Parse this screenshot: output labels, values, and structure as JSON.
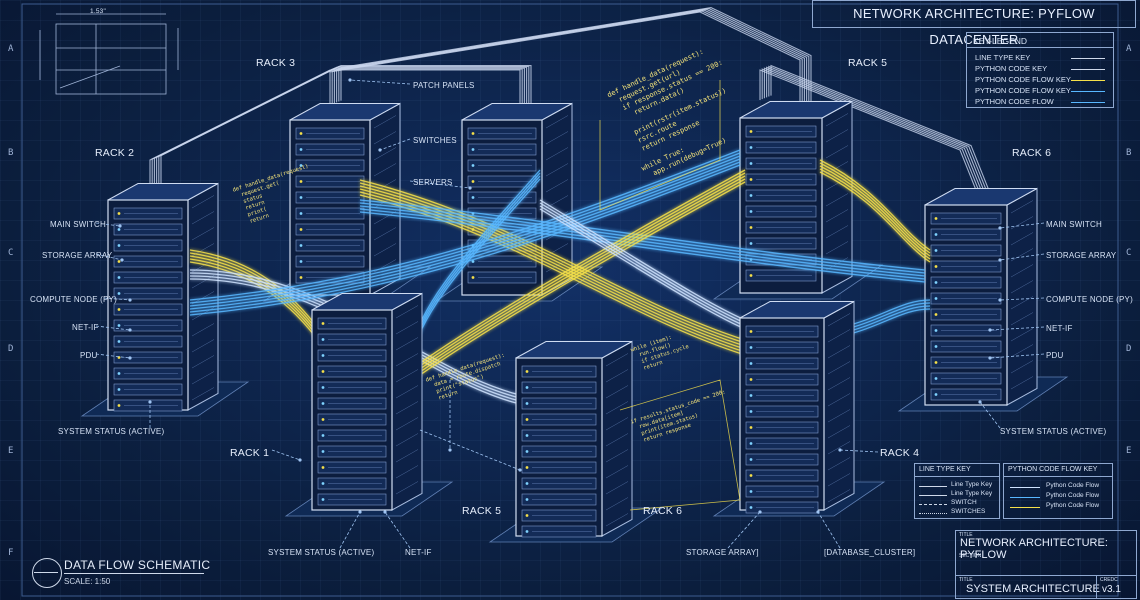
{
  "header": {
    "title": "NETWORK ARCHITECTURE: PYFLOW DATACENTER"
  },
  "legend": {
    "title": "KEY-LEGEND",
    "rows": [
      {
        "label": "LINE TYPE KEY",
        "color": "#cfd9ea"
      },
      {
        "label": "PYTHON CODE KEY",
        "color": "#cfd9ea"
      },
      {
        "label": "PYTHON CODE FLOW KEY",
        "color": "#f5e04a"
      },
      {
        "label": "PYTHON CODE FLOW KEY",
        "color": "#58b7ff"
      },
      {
        "label": "PYTHON CODE FLOW",
        "color": "#58b7ff"
      }
    ]
  },
  "racks": [
    "RACK 1",
    "RACK 2",
    "RACK 3",
    "RACK 4",
    "RACK 5",
    "RACK 5",
    "RACK 6",
    "RACK 6"
  ],
  "labels_left": {
    "main_switch": "MAIN SWITCH",
    "storage_array": "STORAGE ARRAY",
    "compute_node": "COMPUTE NODE (PY)",
    "net_if": "NET-IF",
    "pdu": "PDU",
    "system_status": "SYSTEM STATUS (ACTIVE)"
  },
  "labels_right": {
    "main_switch": "MAIN SWITCH",
    "storage_array": "STORAGE ARRAY",
    "compute_node": "COMPUTE NODE (PY)",
    "net_if": "NET-IF",
    "pdu": "PDU",
    "system_status": "SYSTEM STATUS (ACTIVE)"
  },
  "labels_center": {
    "patch_panels": "PATCH PANELS",
    "switches": "SWITCHES",
    "servers": "SERVERS",
    "system_status_bottom": "SYSTEM STATUS (ACTIVE)",
    "net_if_bottom": "NET-IF",
    "storage_array_bottom": "STORAGE ARRAY]",
    "database_cluster": "[DATABASE_CLUSTER]"
  },
  "row_ticks": [
    "A",
    "B",
    "C",
    "D",
    "E",
    "F"
  ],
  "dim_label": "1.53\"",
  "line_type_key": {
    "title": "LINE TYPE KEY",
    "rows": [
      "Line Type Key",
      "Line Type Key",
      "SWITCH",
      "SWITCHES"
    ]
  },
  "flow_key": {
    "title": "PYTHON CODE FLOW KEY",
    "rows": [
      {
        "label": "Python Code Flow",
        "color": "#cfe3ff"
      },
      {
        "label": "Python Code Flow",
        "color": "#58b7ff"
      },
      {
        "label": "Python Code Flow",
        "color": "#f5e04a"
      }
    ]
  },
  "schematic": {
    "title": "DATA FLOW SCHEMATIC",
    "scale": "SCALE: 1:50"
  },
  "title_block": {
    "title_caption": "TITLE",
    "title": "NETWORK ARCHITECTURE: PYFLOW",
    "section_caption": "SECTION",
    "sub_caption": "TITLE",
    "subtitle": "SYSTEM ARCHITECTURE",
    "rev_caption": "CREDC",
    "version": "v3.1"
  },
  "code_snippets": {
    "top_center": "def handle_data(request):\n  request.get(url)\n  if response.status == 200:\n    return.data()\n\n  print(rstr(item.status))\n  rsrc.route\n  return response\n\nwhile True:\n  app.run(debug=True)",
    "left": "def handle_data(request)\n  request.get(\n  status\n  return\n  print(\n  return",
    "mid": "def handle_data(request):\n  data = route.dispatch\n  print(\"status\")\n  return",
    "right_mid": "while (item):\n  run.flow()\n  if status.cycle\n  return",
    "right_low": "if results.status_code == 200:\n  row.data[item]\n  print(item.status)\n  return response"
  }
}
